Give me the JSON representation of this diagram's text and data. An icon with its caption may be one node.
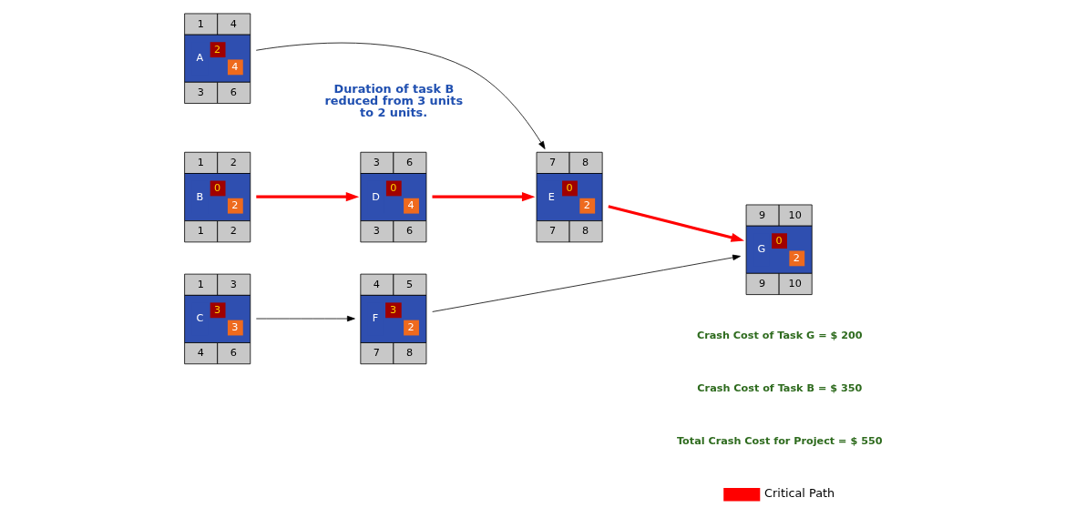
{
  "diagram": {
    "nodes": [
      {
        "text": [
          "1",
          "4",
          "A",
          "2",
          "4",
          "3",
          "6"
        ]
      },
      {
        "text": [
          "1",
          "2",
          "B",
          "0",
          "2",
          "1",
          "2"
        ]
      },
      {
        "text": [
          "1",
          "3",
          "C",
          "3",
          "3",
          "4",
          "6"
        ]
      },
      {
        "text": [
          "3",
          "6",
          "D",
          "0",
          "4",
          "3",
          "6"
        ]
      },
      {
        "text": [
          "7",
          "8",
          "E",
          "0",
          "2",
          "7",
          "8"
        ]
      },
      {
        "text": [
          "4",
          "5",
          "F",
          "3",
          "2",
          "7",
          "8"
        ]
      },
      {
        "text": [
          "9",
          "10",
          "G",
          "0",
          "2",
          "9",
          "10"
        ]
      }
    ],
    "edges": [
      {
        "from": 0,
        "to": 4,
        "arrow": "to"
      },
      {
        "from": 1,
        "to": 3,
        "arrow": "to",
        "style": "thick",
        "color": "#ff0000"
      },
      {
        "from": 3,
        "to": 4,
        "arrow": "to",
        "style": "thick",
        "color": "#ff0000"
      },
      {
        "from": 4,
        "to": 6,
        "arrow": "to",
        "style": "thick",
        "color": "#ff0000"
      },
      {
        "from": 2,
        "to": 5,
        "arrow": "to"
      },
      {
        "from": 5,
        "to": 6,
        "arrow": "to"
      }
    ],
    "labels": [
      "Duration of task B reduced from 3 units to 2 units.",
      "Crash Cost of Task G = $ 200",
      "Crash Cost of Task B = $ 350",
      "Total Crash Cost for Project = $ 550"
    ],
    "legend": [
      {
        "text": "Critical Path"
      }
    ]
  }
}
